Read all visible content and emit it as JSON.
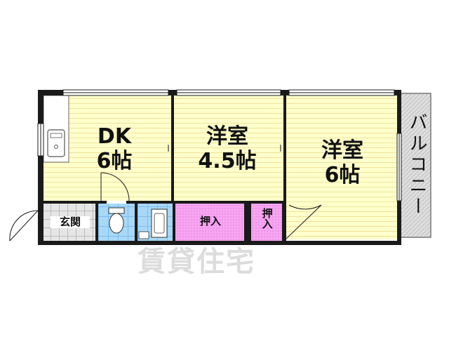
{
  "rooms": {
    "dk": {
      "name": "DK",
      "size": "6帖"
    },
    "room1": {
      "name": "洋室",
      "size": "4.5帖"
    },
    "room2": {
      "name": "洋室",
      "size": "6帖"
    },
    "closet1": "押入",
    "closet2": "押入",
    "entrance": "玄関",
    "balcony": "バルコニー"
  },
  "watermark": "賃貸住宅",
  "colors": {
    "room_fill": "#ffffcc",
    "room_stripe": "#f0e68c",
    "closet_fill": "#f5a8f0",
    "bath_fill": "#9fd3f7",
    "balcony_fill": "#dcdcdc",
    "wall": "#1a1a1a"
  }
}
